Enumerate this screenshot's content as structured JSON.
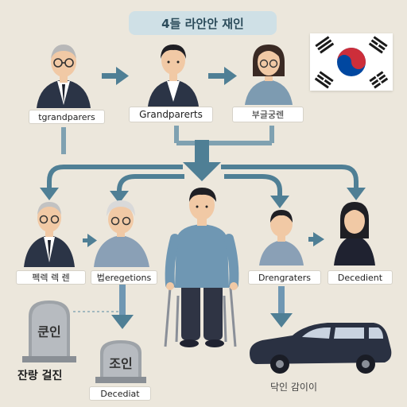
{
  "title": "4들 라안안 재인",
  "labels": {
    "top_left": "tgrandparers",
    "top_center": "Grandparerts",
    "top_right": "부글궁렌",
    "mid_1": "펙렉 렉 렌",
    "mid_2": "법eregetions",
    "mid_4": "Drengraters",
    "mid_5": "Decedient"
  },
  "stones": {
    "left": "쿤인",
    "center": "조인"
  },
  "captions": {
    "left_bottom": "잔랑 걸진",
    "decedent_small": "Decediat",
    "car_caption": "닥인 감이이"
  },
  "colors": {
    "arrow": "#4f7f95",
    "suit": "#2b3446",
    "sweater": "#6f97b3",
    "car": "#2a3142",
    "flag_red": "#cd2e3a",
    "flag_blue": "#0047a0"
  },
  "icons": [
    "flag-icon",
    "arrow-icon",
    "person-icon",
    "tombstone-icon",
    "car-icon",
    "chair-icon"
  ]
}
